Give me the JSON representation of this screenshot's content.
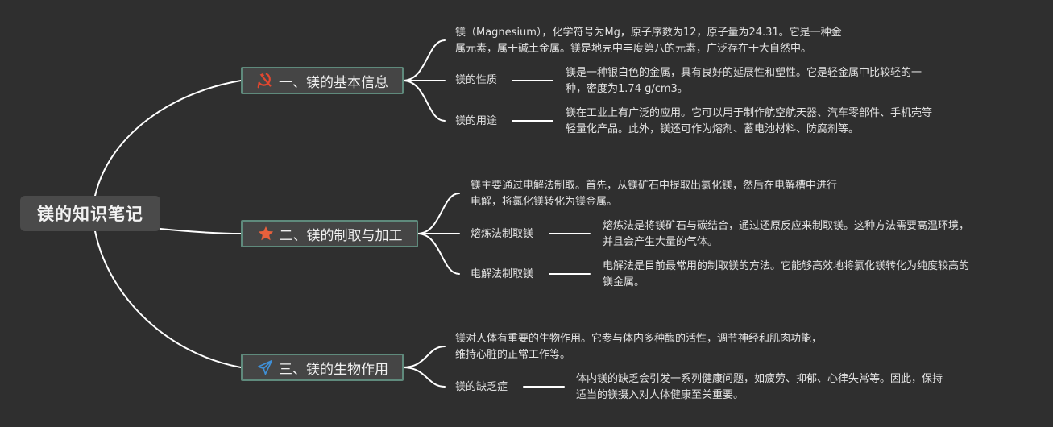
{
  "root": {
    "title": "镁的知识笔记"
  },
  "branches": [
    {
      "title": "一、镁的基本信息",
      "icon": "hammer-sickle-icon",
      "icon_color": "#e3472f",
      "intro": [
        "镁（Magnesium），化学符号为Mg，原子序数为12，原子量为24.31。它是一种金",
        "属元素，属于碱土金属。镁是地壳中丰度第八的元素，广泛存在于大自然中。"
      ],
      "items": [
        {
          "label": "镁的性质",
          "desc": [
            "镁是一种银白色的金属，具有良好的延展性和塑性。它是轻金属中比较轻的一",
            "种，密度为1.74 g/cm3。"
          ]
        },
        {
          "label": "镁的用途",
          "desc": [
            "镁在工业上有广泛的应用。它可以用于制作航空航天器、汽车零部件、手机壳等",
            "轻量化产品。此外，镁还可作为熔剂、蓄电池材料、防腐剂等。"
          ]
        }
      ]
    },
    {
      "title": "二、镁的制取与加工",
      "icon": "star-icon",
      "icon_color": "#e8603c",
      "intro": [
        "镁主要通过电解法制取。首先，从镁矿石中提取出氯化镁，然后在电解槽中进行",
        "电解，将氯化镁转化为镁金属。"
      ],
      "items": [
        {
          "label": "熔炼法制取镁",
          "desc": [
            "熔炼法是将镁矿石与碳结合，通过还原反应来制取镁。这种方法需要高温环境，",
            "并且会产生大量的气体。"
          ]
        },
        {
          "label": "电解法制取镁",
          "desc": [
            "电解法是目前最常用的制取镁的方法。它能够高效地将氯化镁转化为纯度较高的",
            "镁金属。"
          ]
        }
      ]
    },
    {
      "title": "三、镁的生物作用",
      "icon": "paper-plane-icon",
      "icon_color": "#3f8fd6",
      "intro": [
        "镁对人体有重要的生物作用。它参与体内多种酶的活性，调节神经和肌肉功能，",
        "维持心脏的正常工作等。"
      ],
      "items": [
        {
          "label": "镁的缺乏症",
          "desc": [
            "体内镁的缺乏会引发一系列健康问题，如疲劳、抑郁、心律失常等。因此，保持",
            "适当的镁摄入对人体健康至关重要。"
          ]
        }
      ]
    }
  ]
}
